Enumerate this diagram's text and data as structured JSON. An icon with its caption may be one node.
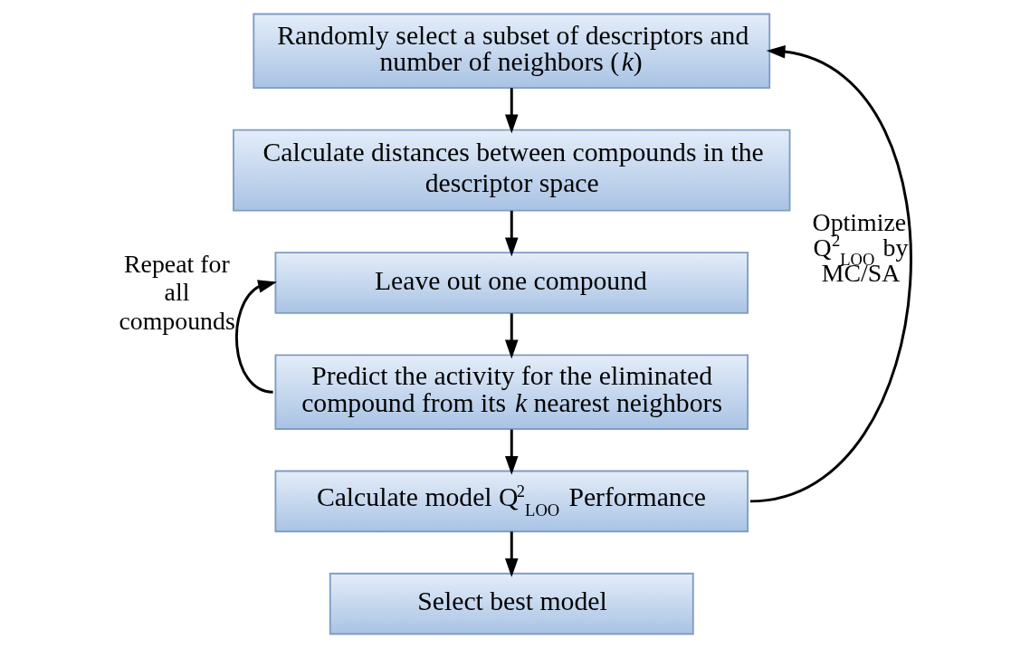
{
  "diagram": {
    "nodes": [
      {
        "text": [
          "Randomly select a subset of descriptors and number of neighbors (*k*)"
        ]
      },
      {
        "text": [
          "Calculate distances between compounds in the descriptor space"
        ]
      },
      {
        "text": [
          "Leave out one compound"
        ]
      },
      {
        "text": [
          "Predict the activity for the eliminated compound from its *k* nearest neighbors"
        ]
      },
      {
        "text": [
          "Calculate model Q$^{2}$$_{LOO}$ Performance"
        ]
      },
      {
        "text": [
          "Select best model"
        ]
      }
    ],
    "edges": [
      {
        "from": 0,
        "to": 1,
        "arrow": "to"
      },
      {
        "from": 1,
        "to": 2,
        "arrow": "to"
      },
      {
        "from": 2,
        "to": 3,
        "arrow": "to"
      },
      {
        "from": 3,
        "to": 2,
        "arrow": "to",
        "label": "Repeat for all compounds"
      },
      {
        "from": 3,
        "to": 4,
        "arrow": "to"
      },
      {
        "from": 4,
        "to": 5,
        "arrow": "to"
      },
      {
        "from": 4,
        "to": 0,
        "arrow": "to",
        "label": "Optimize Q$^{2}$$_{LOO}$ by MC/SA"
      }
    ]
  }
}
